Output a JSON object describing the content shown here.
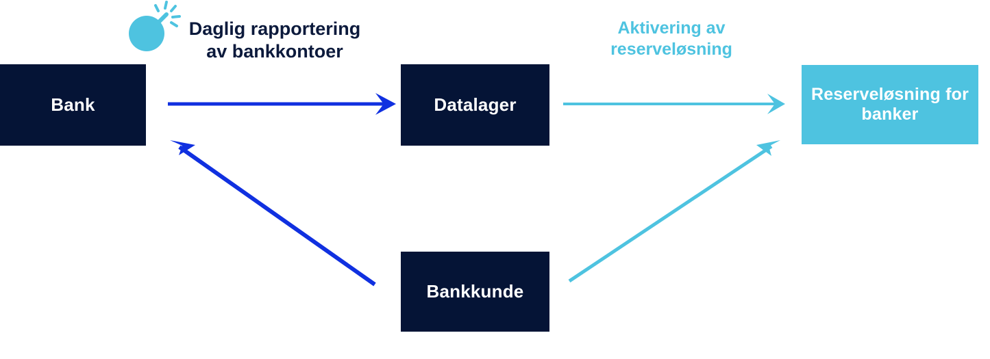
{
  "diagram": {
    "title": "Daglig rapportering av bankkontoer / Aktivering av reserveløsning",
    "background": "#ffffff",
    "colors": {
      "navy": "#051436",
      "cyan": "#4ec3e0",
      "blue_arrow": "#1030e0",
      "caption_navy": "#0c1a3c"
    },
    "nodes": [
      {
        "id": "bank",
        "label": "Bank",
        "style": "navy"
      },
      {
        "id": "datalager",
        "label": "Datalager",
        "style": "navy"
      },
      {
        "id": "reserve",
        "label": "Reserveløsning\nfor banker",
        "style": "cyan"
      },
      {
        "id": "bankkunde",
        "label": "Bankkunde",
        "style": "navy"
      }
    ],
    "captions": [
      {
        "id": "daily",
        "text": "Daglig rapportering\nav bankkontoer",
        "color": "#0c1a3c"
      },
      {
        "id": "activation",
        "text": "Aktivering av\nreserveløsning",
        "color": "#4ec3e0"
      }
    ],
    "icons": [
      {
        "id": "bomb",
        "name": "bomb-icon",
        "color": "#4ec3e0"
      }
    ],
    "arrows": [
      {
        "id": "bank-to-datalager",
        "from": "Bank",
        "to": "Datalager",
        "color": "#1030e0",
        "direction": "right"
      },
      {
        "id": "datalager-to-reserve",
        "from": "Datalager",
        "to": "Reserveløsning for banker",
        "color": "#4ec3e0",
        "direction": "right"
      },
      {
        "id": "bankkunde-to-bank",
        "from": "Bankkunde",
        "to": "Bank",
        "color": "#1030e0",
        "direction": "up-left"
      },
      {
        "id": "bankkunde-to-reserve",
        "from": "Bankkunde",
        "to": "Reserveløsning for banker",
        "color": "#4ec3e0",
        "direction": "up-right"
      }
    ]
  }
}
